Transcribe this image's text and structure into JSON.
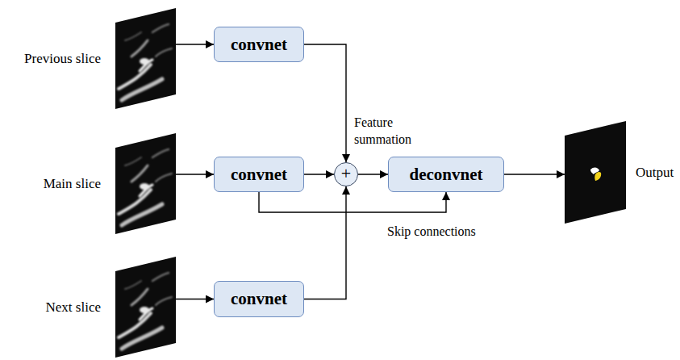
{
  "diagram": {
    "nodes": [
      {
        "text": [
          "Previous slice"
        ]
      },
      {
        "text": [
          "convnet"
        ]
      },
      {
        "text": [
          "Main slice"
        ]
      },
      {
        "text": [
          "convnet"
        ]
      },
      {
        "text": [
          "+"
        ]
      },
      {
        "text": [
          "deconvnet"
        ]
      },
      {
        "text": [
          "Output"
        ]
      },
      {
        "text": [
          "Next slice"
        ]
      },
      {
        "text": [
          "convnet"
        ]
      }
    ],
    "edges": [
      {
        "from": 0,
        "to": 1,
        "arrow": "to"
      },
      {
        "from": 1,
        "to": 4,
        "arrow": "to",
        "label": "Feature summation"
      },
      {
        "from": 2,
        "to": 3,
        "arrow": "to"
      },
      {
        "from": 3,
        "to": 4,
        "arrow": "to"
      },
      {
        "from": 4,
        "to": 5,
        "arrow": "to"
      },
      {
        "from": 5,
        "to": 6,
        "arrow": "to"
      },
      {
        "from": 3,
        "to": 5,
        "arrow": "to",
        "label": "Skip connections"
      },
      {
        "from": 7,
        "to": 8,
        "arrow": "to"
      },
      {
        "from": 8,
        "to": 4,
        "arrow": "to"
      }
    ]
  }
}
